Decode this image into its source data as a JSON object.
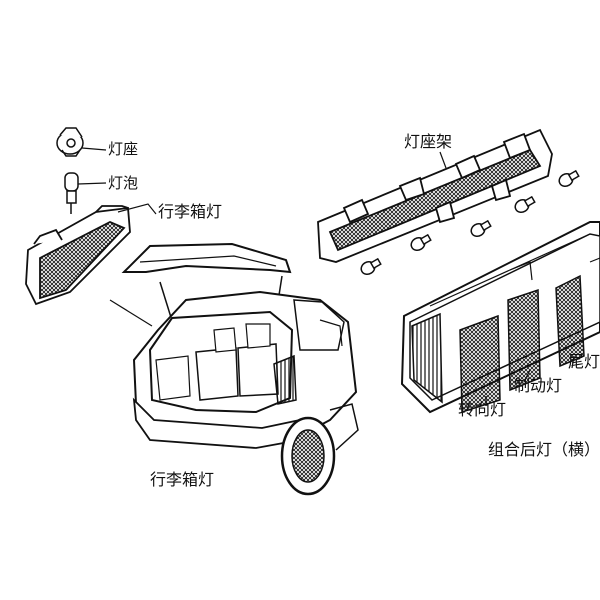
{
  "labels": {
    "lamp_socket": "灯座",
    "bulb": "灯泡",
    "trunk_light_top": "行李箱灯",
    "trunk_light_bottom": "行李箱灯",
    "lamp_holder_frame": "灯座架",
    "tail_light": "尾灯",
    "brake_light": "制动灯",
    "turn_signal": "转向灯",
    "combo_rear_light": "组合后灯（横）"
  },
  "colors": {
    "ink": "#111111",
    "paper": "#ffffff"
  }
}
